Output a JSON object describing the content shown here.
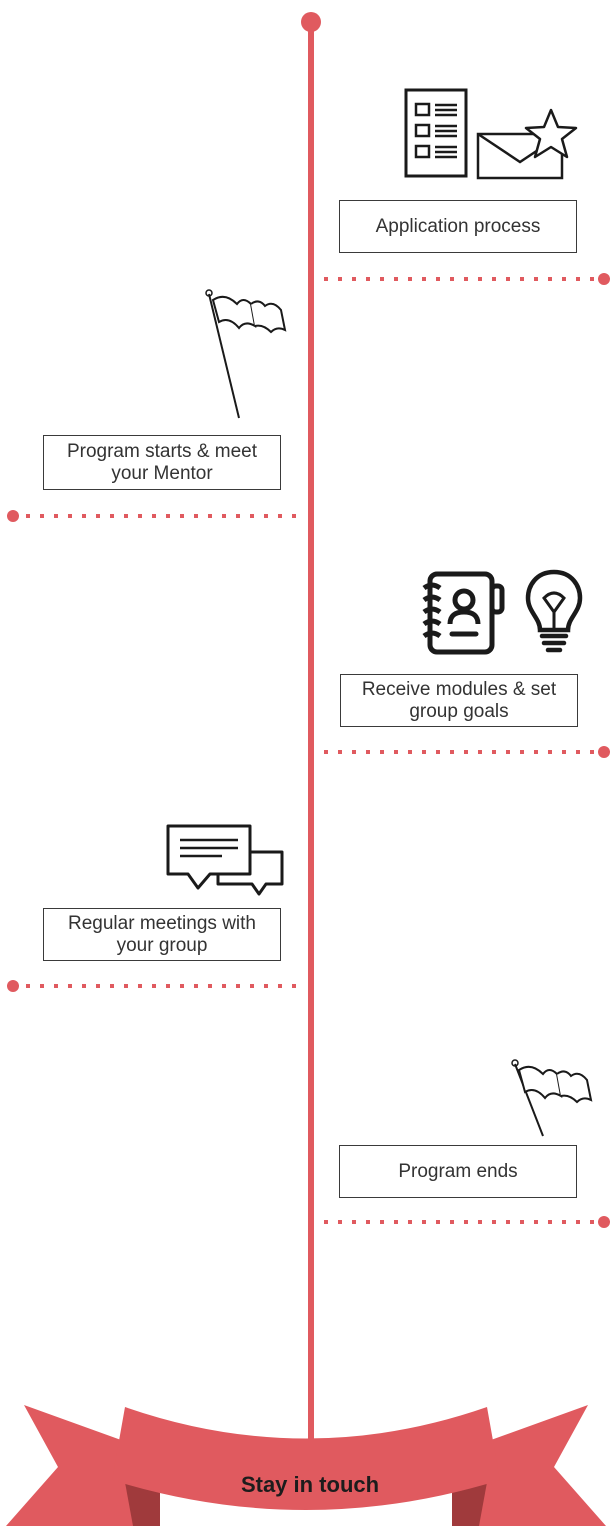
{
  "colors": {
    "accent": "#e05a5f",
    "accent_dark": "#a03a3c",
    "ink": "#1a1a1a",
    "box_text": "#333333"
  },
  "steps": [
    {
      "label": "Application process",
      "side": "right",
      "icons": [
        "document-list-icon",
        "envelope-star-icon"
      ]
    },
    {
      "label": "Program starts & meet your Mentor",
      "side": "left",
      "icons": [
        "flag-icon"
      ]
    },
    {
      "label": "Receive modules & set group goals",
      "side": "right",
      "icons": [
        "address-book-icon",
        "lightbulb-icon"
      ]
    },
    {
      "label": "Regular meetings with your group",
      "side": "left",
      "icons": [
        "chat-bubbles-icon"
      ]
    },
    {
      "label": "Program ends",
      "side": "right",
      "icons": [
        "flag-icon"
      ]
    }
  ],
  "banner": {
    "label": "Stay in touch"
  }
}
